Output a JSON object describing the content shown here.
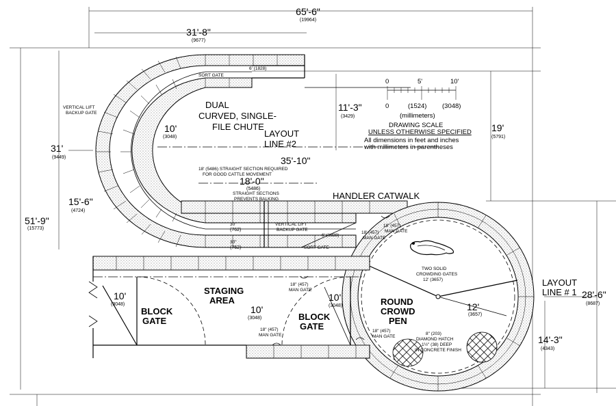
{
  "dimensions": {
    "overall_width": "65'-6\"",
    "overall_width_mm": "(19964)",
    "upper_width": "31'-8\"",
    "upper_width_mm": "(9677)",
    "sort_gate_top": "6' (1828)",
    "dim_11_3": "11'-3\"",
    "dim_11_3_mm": "(3429)",
    "dim_19": "19'",
    "dim_19_mm": "(5791)",
    "radius_chute": "10'",
    "radius_chute_mm": "(3048)",
    "dim_31": "31'",
    "dim_31_mm": "(9449)",
    "dim_35_10": "35'-10\"",
    "dim_18_0": "18'-0\"",
    "dim_18_0_mm": "(5486)",
    "dim_15_6": "15'-6\"",
    "dim_15_6_mm": "(4724)",
    "dim_51_9": "51'-9\"",
    "dim_51_9_mm": "(15773)",
    "dim_30_a": "30\"",
    "dim_30_a_mm": "(762)",
    "dim_30_b": "30\"",
    "dim_30_b_mm": "(762)",
    "sort_gate_lower": "6' (1828)",
    "man_gate_top": "18' (457)",
    "man_gate_top_label": "MAN GATE",
    "staging_10_left": "10'",
    "staging_10_left_mm": "(3048)",
    "staging_10_mid": "10'",
    "staging_10_mid_mm": "(3048)",
    "block_gate_10": "10'",
    "block_gate_10_mm": "(3048)",
    "radius_pen": "12'",
    "radius_pen_mm": "(3657)",
    "dim_28_6": "28'-6\"",
    "dim_28_6_mm": "(8687)",
    "dim_14_3": "14'-3\"",
    "dim_14_3_mm": "(4343)"
  },
  "labels": {
    "chute_title_1": "DUAL",
    "chute_title_2": "CURVED, SINGLE-",
    "chute_title_3": "FILE CHUTE",
    "layout_line_2a": "LAYOUT",
    "layout_line_2b": "LINE #2",
    "layout_line_1a": "LAYOUT",
    "layout_line_1b": "LINE # 1",
    "sort_gate_top": "SORT GATE",
    "vertical_lift_backup_1a": "VERTICAL LIFT",
    "vertical_lift_backup_1b": "BACKUP GATE",
    "straight_note_1": "18' (5486) STRAIGHT SECTION REQUIRED",
    "straight_note_2": "FOR GOOD CATTLE MOVEMENT",
    "straight_note_3": "STRAIGHT SECTIONS",
    "straight_note_4": "PREVENTS BALKING",
    "handler_catwalk": "HANDLER CATWALK",
    "vertical_lift_backup_2a": "VERTICAL LIFT",
    "vertical_lift_backup_2b": "BACKUP GATE",
    "sort_gate_lower": "SORT GATE",
    "man_gate_pen_dim": "18' (457)",
    "man_gate_pen": "MAN GATE",
    "crowding_1": "TWO SOLID",
    "crowding_2": "CROWDING GATES",
    "crowding_3": "12' (3657)",
    "staging_1": "STAGING",
    "staging_2": "AREA",
    "block_gate_left_1": "BLOCK",
    "block_gate_left_2": "GATE",
    "block_gate_mid_1": "BLOCK",
    "block_gate_mid_2": "GATE",
    "man_gate_stage_dim": "18\" (457)",
    "man_gate_stage": "MAN GATE",
    "man_gate_low_dim": "18\" (457)",
    "man_gate_low": "MAN GATE",
    "man_gate_pen_low_dim": "18\" (457)",
    "man_gate_pen_low": "MAN GATE",
    "round_pen_1": "ROUND",
    "round_pen_2": "CROWD",
    "round_pen_3": "PEN",
    "diamond_1": "8\" (203)",
    "diamond_2": "DIAMOND HATCH",
    "diamond_3": "1½\" (38) DEEP",
    "diamond_4": "IN CONCRETE FINISH"
  },
  "scale": {
    "tick_0": "0",
    "tick_5": "5'",
    "tick_10": "10'",
    "mm_0": "0",
    "mm_1524": "(1524)",
    "mm_3048": "(3048)",
    "unit": "(millimeters)",
    "title": "DRAWING SCALE",
    "subtitle": "UNLESS OTHERWISE SPECIFIED",
    "note_1": "All dimensions in feet and inches",
    "note_2": "with millimeters in parentheses"
  }
}
